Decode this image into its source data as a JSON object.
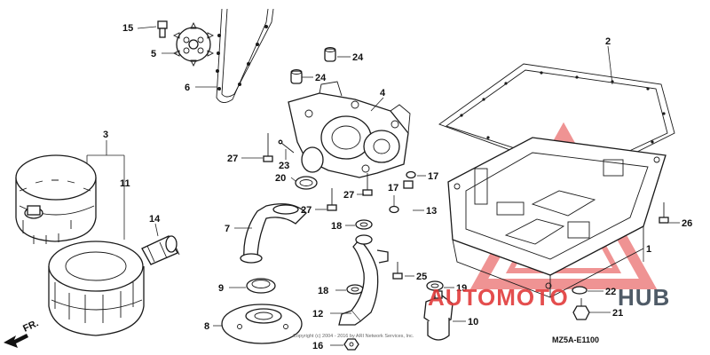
{
  "diagram": {
    "code": "MZ5A-E1100",
    "copyright": "Copyright (c) 2004 - 2016 by ARI Network Services, Inc.",
    "front_marker": "FR."
  },
  "callouts": [
    {
      "id": "1",
      "part": "oil-pan"
    },
    {
      "id": "2",
      "part": "oil-pan-gasket"
    },
    {
      "id": "3",
      "part": "oil-filter-upper"
    },
    {
      "id": "4",
      "part": "oil-pump"
    },
    {
      "id": "5",
      "part": "sprocket"
    },
    {
      "id": "6",
      "part": "drive-chain"
    },
    {
      "id": "7",
      "part": "oil-strainer-pipe"
    },
    {
      "id": "8",
      "part": "strainer-screen"
    },
    {
      "id": "9",
      "part": "o-ring"
    },
    {
      "id": "10",
      "part": "oil-pressure-switch"
    },
    {
      "id": "11",
      "part": "oil-filter-lower"
    },
    {
      "id": "12",
      "part": "pipe-joint"
    },
    {
      "id": "13",
      "part": "oil-pipe"
    },
    {
      "id": "14",
      "part": "threaded-bolt"
    },
    {
      "id": "15",
      "part": "sprocket-bolt"
    },
    {
      "id": "16",
      "part": "small-nut"
    },
    {
      "id": "17",
      "part": "washer"
    },
    {
      "id": "18",
      "part": "washer"
    },
    {
      "id": "19",
      "part": "washer"
    },
    {
      "id": "20",
      "part": "pump-o-ring"
    },
    {
      "id": "21",
      "part": "drain-bolt"
    },
    {
      "id": "22",
      "part": "drain-washer"
    },
    {
      "id": "23",
      "part": "dowel-pin"
    },
    {
      "id": "24",
      "part": "collar"
    },
    {
      "id": "25",
      "part": "flange-bolt"
    },
    {
      "id": "26",
      "part": "flange-bolt"
    },
    {
      "id": "27",
      "part": "flange-bolt"
    }
  ],
  "watermark": {
    "text_part1": "AUTOMOTO",
    "text_part2": "HUB",
    "color_primary": "#e23b3b",
    "color_secondary": "#3d4a57"
  }
}
